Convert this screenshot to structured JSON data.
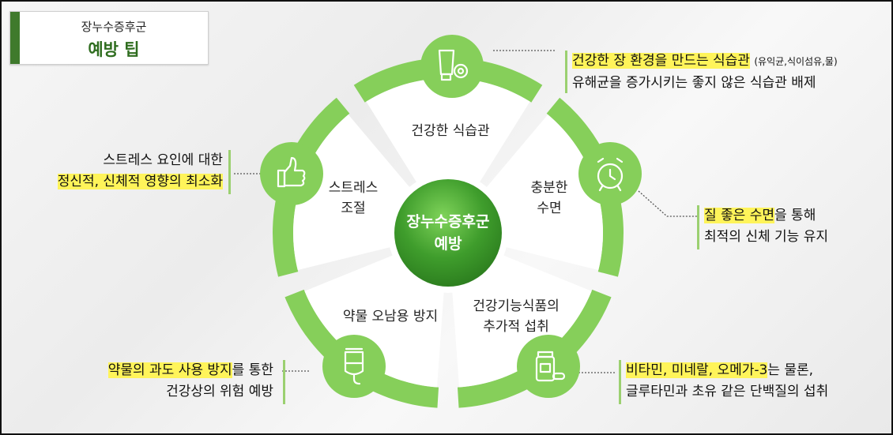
{
  "title": {
    "line1": "장누수증후군",
    "line2": "예방 팁"
  },
  "center": {
    "line1": "장누수증후군",
    "line2": "예방"
  },
  "segments": [
    {
      "key": "diet",
      "icon": "lotion-tube-icon",
      "lines": [
        "건강한 식습관"
      ]
    },
    {
      "key": "sleep",
      "icon": "alarm-clock-icon",
      "lines": [
        "충분한",
        "수면"
      ]
    },
    {
      "key": "supplements",
      "icon": "supplement-bottle-icon",
      "lines": [
        "건강기능식품의",
        "추가적 섭취"
      ]
    },
    {
      "key": "medication",
      "icon": "iv-bag-icon",
      "lines": [
        "약물 오남용 방지"
      ]
    },
    {
      "key": "stress",
      "icon": "thumbs-up-icon",
      "lines": [
        "스트레스",
        "조절"
      ]
    }
  ],
  "callouts": {
    "diet": {
      "l1_hl": "건강한 장 환경을 만드는 식습관",
      "l1_small": "(유익균,식이섬유,물)",
      "l2": "유해균을 증가시키는 좋지 않은 식습관 배제"
    },
    "sleep": {
      "l1_hl": "질 좋은 수면",
      "l1_rest": "을 통해",
      "l2": "최적의 신체 기능 유지"
    },
    "supplements": {
      "l1_hl": "비타민, 미네랄, 오메가-3",
      "l1_rest": "는 물론,",
      "l2": "글루타민과 초유 같은 단백질의 섭취"
    },
    "medication": {
      "l1_hl": "약물의 과도 사용 방지",
      "l1_rest": "를 통한",
      "l2": "건강상의 위험 예방"
    },
    "stress": {
      "l1": "스트레스 요인에 대한",
      "l2_hl": "정신적, 신체적 영향의 최소화"
    }
  },
  "colors": {
    "ring": "#86cf5a",
    "center": "#3d9a2a",
    "highlight": "#fff45a",
    "accent": "#2f6d1f"
  }
}
